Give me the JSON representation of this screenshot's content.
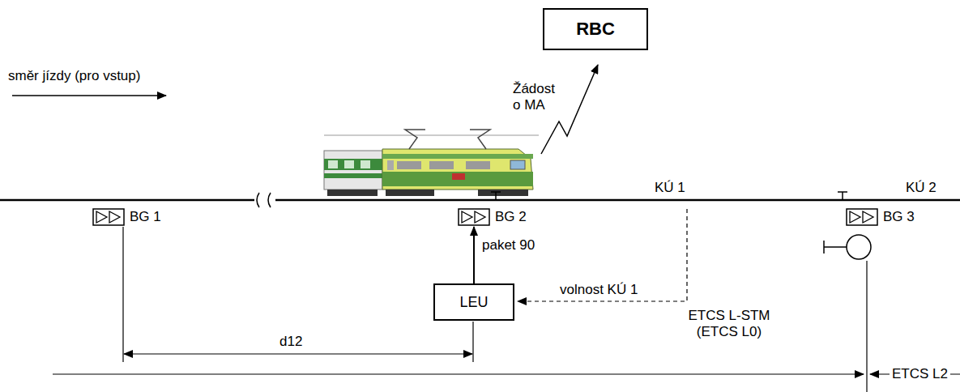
{
  "diagram": {
    "nodes": [
      {
        "text": [
          "RBC"
        ]
      },
      {
        "text": [
          "BG 1"
        ]
      },
      {
        "text": [
          "BG 2"
        ]
      },
      {
        "text": [
          "LEU"
        ]
      },
      {
        "text": [
          "BG 3"
        ]
      }
    ],
    "edges": [
      {
        "from": 3,
        "to": 2,
        "arrow": "to",
        "label": "paket 90"
      }
    ],
    "labels": [
      "směr jízdy (pro vstup)",
      "Žádost o MA",
      "KÚ 1",
      "KÚ 2",
      "volnost KÚ 1",
      "d12",
      "ETCS L-STM (ETCS L0)",
      "ETCS L2"
    ]
  }
}
